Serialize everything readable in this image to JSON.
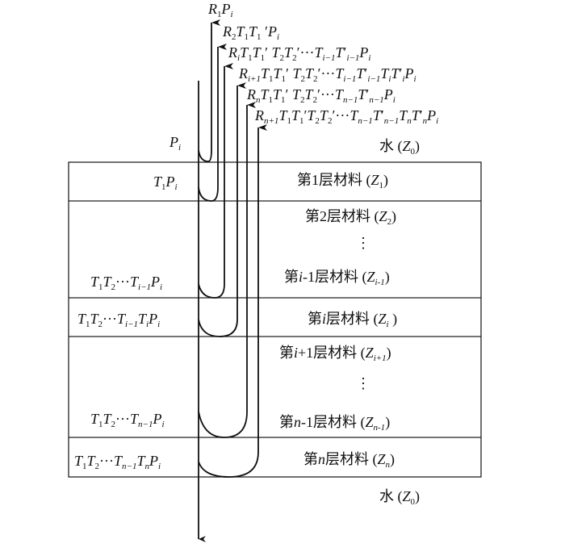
{
  "layers": [
    {
      "id": "L1",
      "label": "第1层材料 (Z1)"
    },
    {
      "id": "L2",
      "label": "第2层材料 (Z2)"
    },
    {
      "id": "Li-1",
      "label": "第i-1层材料 (Zi-1)"
    },
    {
      "id": "Li",
      "label": "第i层材料 (Zi )"
    },
    {
      "id": "Li+1",
      "label": "第i+1层材料 (Zi+1)"
    },
    {
      "id": "Ln-1",
      "label": "第n-1层材料 (Zn-1)"
    },
    {
      "id": "Ln",
      "label": "第n层材料 (Zn)"
    }
  ],
  "water_top": "水 (Z0)",
  "water_bottom": "水 (Z0)",
  "ellipsis_vertical": "⋮",
  "incident_label": "Pi",
  "transmitted_labels": {
    "t1": "T1Pi",
    "ti_1": "T1T2···Ti−1Pi",
    "ti": "T1T2···Ti−1TiPi",
    "tn_1": "T1T2···Tn−1Pi",
    "tn": "T1T2···Tn−1TnPi"
  },
  "reflected_labels": {
    "r1": "R1Pi",
    "r2": "R2T1T1′Pi",
    "ri": "RiT1T1′T2T2′···Ti−1T′i−1Pi",
    "ri1": "Ri+1T1T1′T2T2′···Ti−1T′i−1TiT′iPi",
    "rn": "RnT1T1′T2T2′···Tn−1T′n−1Pi",
    "rn1": "Rn+1T1T1′T2T2′···Tn−1T′n−1TnT′nPi"
  }
}
